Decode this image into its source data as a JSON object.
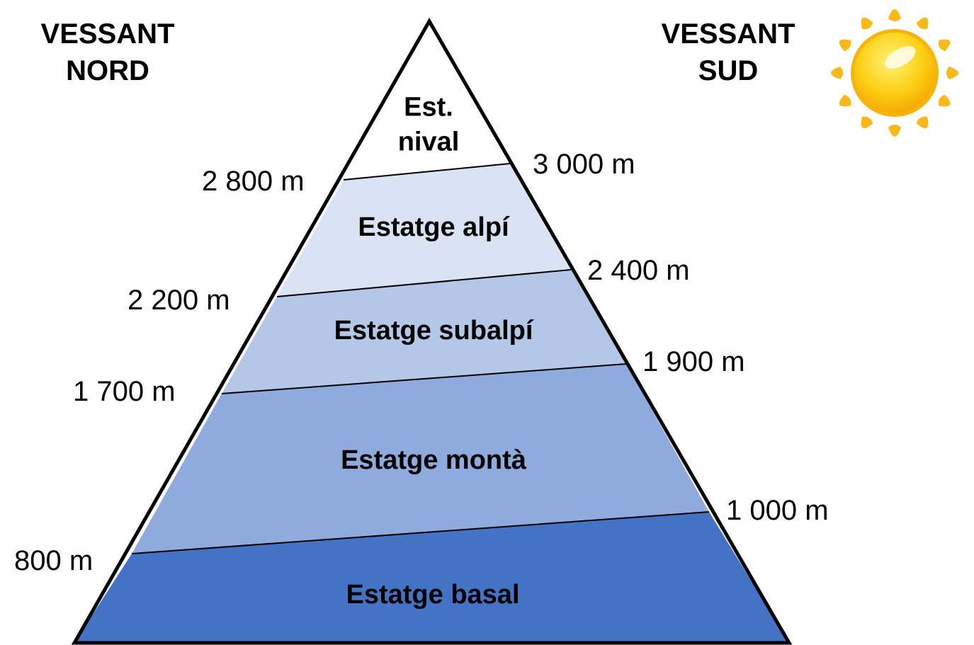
{
  "headings": {
    "north_line1": "VESSANT",
    "north_line2": "NORD",
    "south_line1": "VESSANT",
    "south_line2": "SUD"
  },
  "bands": {
    "nival_line1": "Est.",
    "nival_line2": "nival",
    "alpine": "Estatge alpí",
    "subalpine": "Estatge subalpí",
    "montane": "Estatge montà",
    "basal": "Estatge basal"
  },
  "altitudes_north": {
    "nival": "2 800 m",
    "subalpine_top": "2 200 m",
    "montane_top": "1 700 m",
    "basal_top": "800 m"
  },
  "altitudes_south": {
    "nival": "3 000 m",
    "subalpine_top": "2 400 m",
    "montane_top": "1 900 m",
    "basal_top": "1 000 m"
  },
  "colors": {
    "nival": "#ffffff",
    "alpine": "#dae3f3",
    "subalpine": "#b4c7e7",
    "montane": "#8faadc",
    "basal": "#4472c4",
    "outline": "#000000",
    "sun_core": "#fcd116",
    "sun_rays": "#fbb917"
  },
  "icons": {
    "sun": "sun-icon"
  }
}
